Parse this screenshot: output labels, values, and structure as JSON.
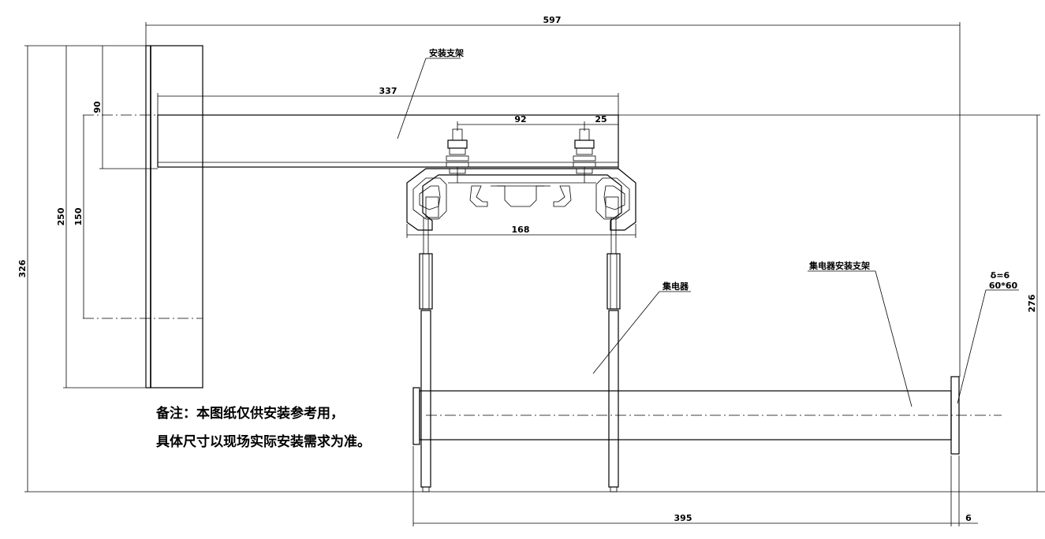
{
  "dimensions": {
    "overall_width": "597",
    "arm_length": "337",
    "bolt_spacing": "92",
    "bolt_edge": "25",
    "rail_width": "168",
    "collector_arm_length": "395",
    "plate_thickness": "6",
    "total_height": "326",
    "plate_height": "250",
    "inner_height": "150",
    "arm_height": "90",
    "right_height": "276"
  },
  "labels": {
    "bracket": "安装支架",
    "collector": "集电器",
    "collector_bracket": "集电器安装支架",
    "plate_thickness": "δ=6",
    "plate_size": "60*60"
  },
  "note": {
    "line1": "备注：本图纸仅供安装参考用，",
    "line2": "具体尺寸以现场实际安装需求为准。"
  }
}
